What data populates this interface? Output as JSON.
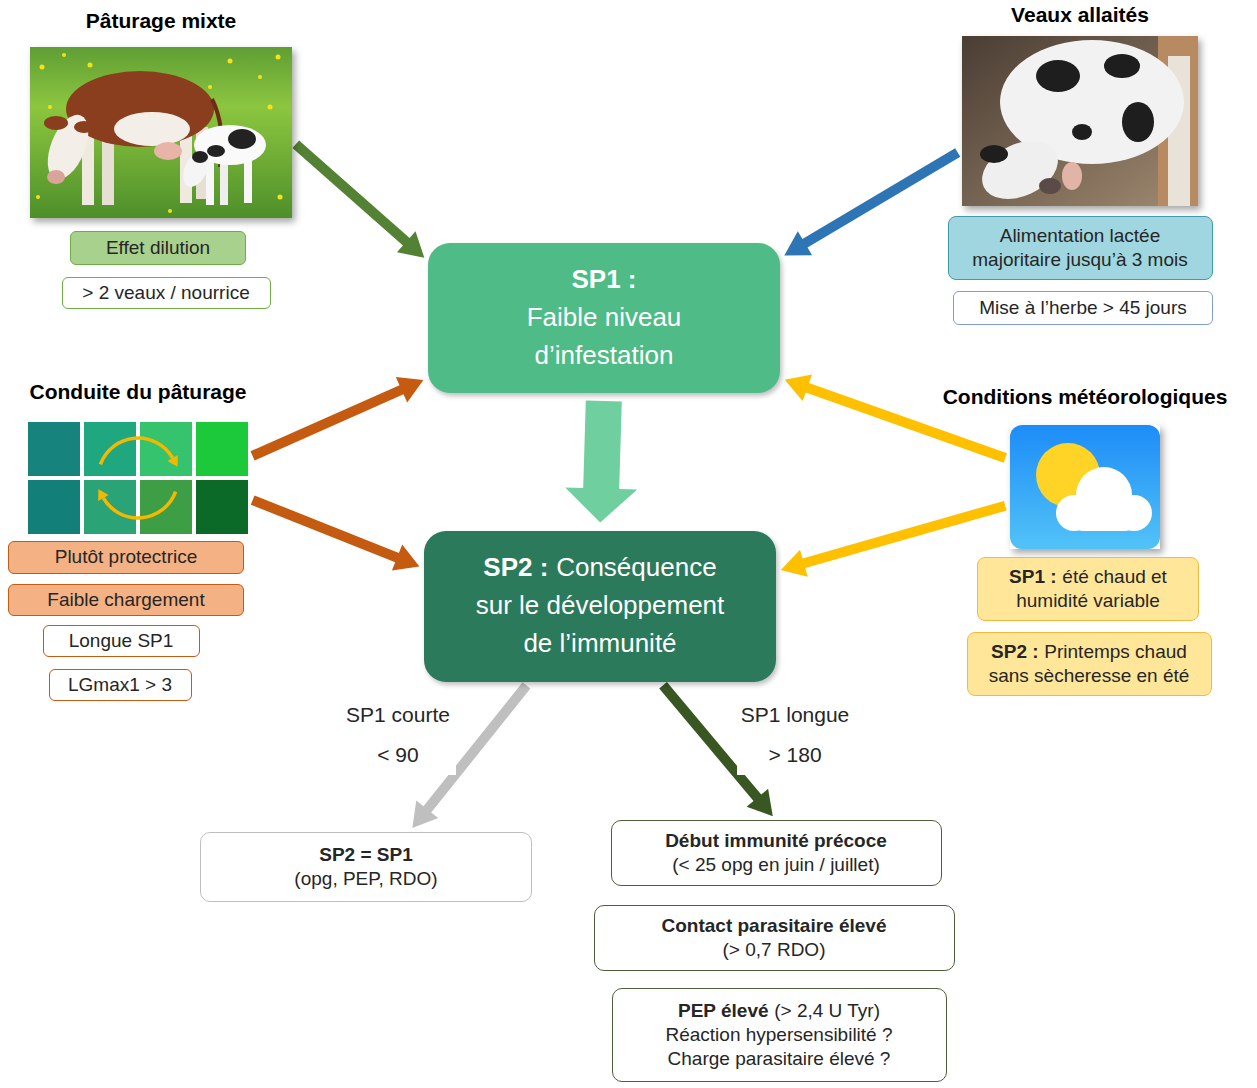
{
  "diagram": {
    "nodes": [
      {
        "text": [
          "Pâturage mixte"
        ]
      },
      {
        "text": [
          "Veaux allaités"
        ]
      },
      {
        "text": [
          "Effet dilution"
        ]
      },
      {
        "text": [
          "> 2 veaux / nourrice"
        ]
      },
      {
        "text": [
          "Alimentation lactée majoritaire jusqu’à 3 mois"
        ]
      },
      {
        "text": [
          "Mise à l’herbe > 45 jours"
        ]
      },
      {
        "text": [
          "SP1 :",
          "Faible niveau d’infestation"
        ]
      },
      {
        "text": [
          "Conduite du pâturage"
        ]
      },
      {
        "text": [
          "Conditions météorologiques"
        ]
      },
      {
        "text": [
          "Plutôt protectrice"
        ]
      },
      {
        "text": [
          "Faible chargement"
        ]
      },
      {
        "text": [
          "Longue SP1"
        ]
      },
      {
        "text": [
          "LGmax1 > 3"
        ]
      },
      {
        "text": [
          "SP1 :",
          "été chaud et humidité variable"
        ]
      },
      {
        "text": [
          "SP2 :",
          "Printemps chaud sans sècheresse en été"
        ]
      },
      {
        "text": [
          "SP2 :",
          "Conséquence sur le développement de l’immunité"
        ]
      },
      {
        "text": [
          "SP2 = SP1",
          "(opg, PEP, RDO)"
        ]
      },
      {
        "text": [
          "Début immunité précoce",
          "(< 25 opg en juin / juillet)"
        ]
      },
      {
        "text": [
          "Contact parasitaire élevé",
          "(> 0,7 RDO)"
        ]
      },
      {
        "text": [
          "PEP élevé",
          "(> 2,4 U Tyr)",
          "Réaction hypersensibilité ?",
          "Charge parasitaire élevé ?"
        ]
      }
    ],
    "edges": [
      {
        "from": 0,
        "to": 6,
        "arrow": "to"
      },
      {
        "from": 1,
        "to": 6,
        "arrow": "to"
      },
      {
        "from": 7,
        "to": 6,
        "arrow": "to"
      },
      {
        "from": 7,
        "to": 15,
        "arrow": "to"
      },
      {
        "from": 8,
        "to": 6,
        "arrow": "to"
      },
      {
        "from": 8,
        "to": 15,
        "arrow": "to"
      },
      {
        "from": 6,
        "to": 15,
        "arrow": "to"
      },
      {
        "from": 15,
        "to": 16,
        "label": "SP1 courte < 90",
        "arrow": "to"
      },
      {
        "from": 15,
        "to": 17,
        "label": "SP1 longue > 180",
        "arrow": "to"
      }
    ]
  }
}
